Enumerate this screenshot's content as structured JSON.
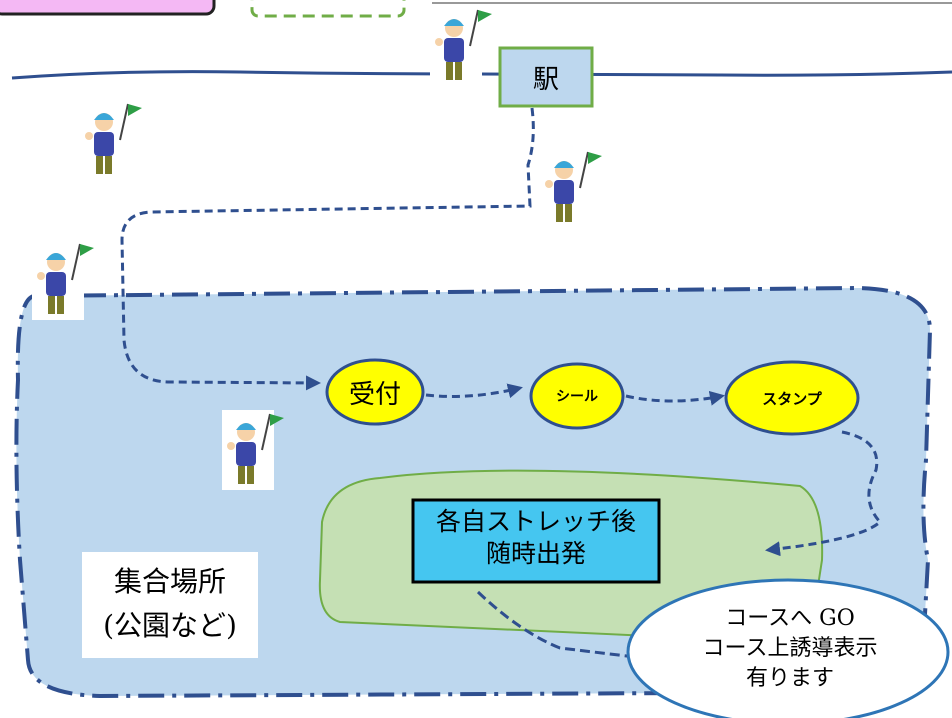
{
  "nodes": {
    "station": "駅",
    "reception": "受付",
    "sticker": "シール",
    "stamp": "スタンプ",
    "stretch_line1": "各自ストレッチ後",
    "stretch_line2": "随時出発",
    "venue_line1": "集合場所",
    "venue_line2": "(公園など)",
    "course_line1": "コースへ GO",
    "course_line2": "コース上誘導表示",
    "course_line3": "有ります"
  },
  "colors": {
    "venue_fill": "#bdd7ee",
    "venue_border": "#2f4f8f",
    "green_area": "#c5e0b4",
    "green_border": "#70ad47",
    "station_fill": "#bdd7ee",
    "station_border": "#70ad47",
    "yellow_node": "#ffff00",
    "start_box": "#45c6f0",
    "course_border": "#2e75b6",
    "route": "#2f4f8f",
    "pink_box": "#f4b8f4"
  },
  "icons": [
    "flag-guide-icon"
  ]
}
